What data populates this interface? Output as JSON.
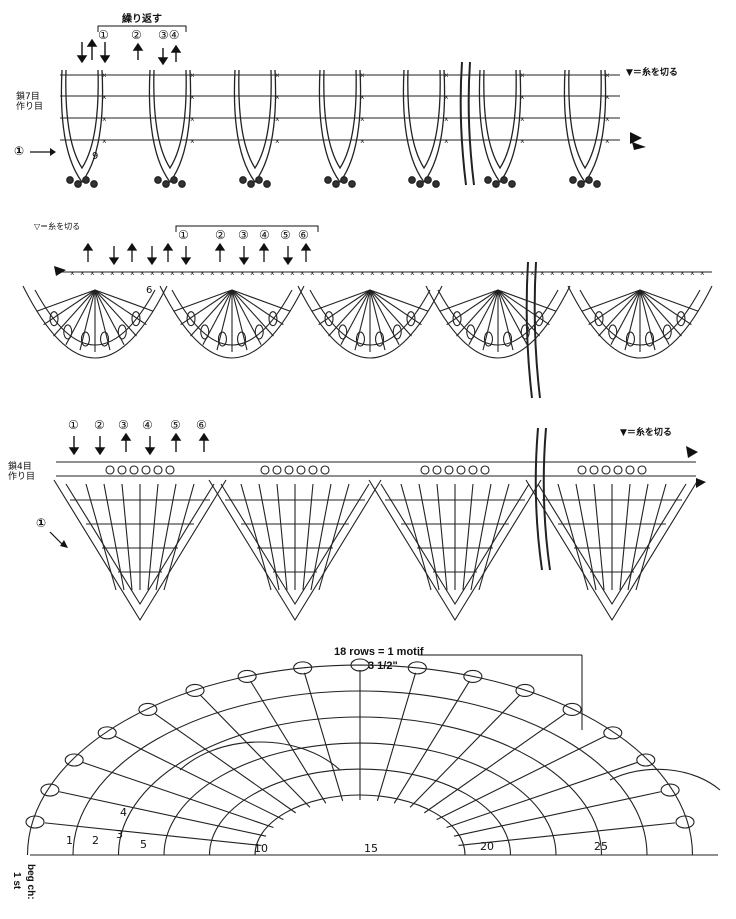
{
  "panel1": {
    "repeat_label": "繰り返す",
    "row_label": "鎖7目作り目",
    "start_marker": "①",
    "cut_yarn_label": "▼＝糸を切る",
    "row_numbers": [
      "①",
      "②",
      "③④"
    ],
    "inner_number": "9"
  },
  "panel2": {
    "cut_yarn_label": "▽＝糸を切る",
    "row_numbers": [
      "①",
      "②",
      "③",
      "④",
      "⑤",
      "⑥"
    ],
    "inner_number": "6"
  },
  "panel3": {
    "row_numbers": [
      "①",
      "②",
      "③",
      "④",
      "⑤",
      "⑥"
    ],
    "cut_yarn_label": "▼＝糸を切る",
    "row_label": "鎖4目作り目",
    "start_marker": "①"
  },
  "panel4": {
    "title": "18 rows = 1 motif",
    "measure": "3 1/2\"",
    "beg_label": "beg ch:",
    "beg_sub": "1 st",
    "row_numbers_left": [
      "1",
      "2",
      "3",
      "4",
      "5"
    ],
    "row_numbers_mid": [
      "10",
      "15"
    ],
    "row_numbers_right": [
      "20",
      "25"
    ]
  }
}
